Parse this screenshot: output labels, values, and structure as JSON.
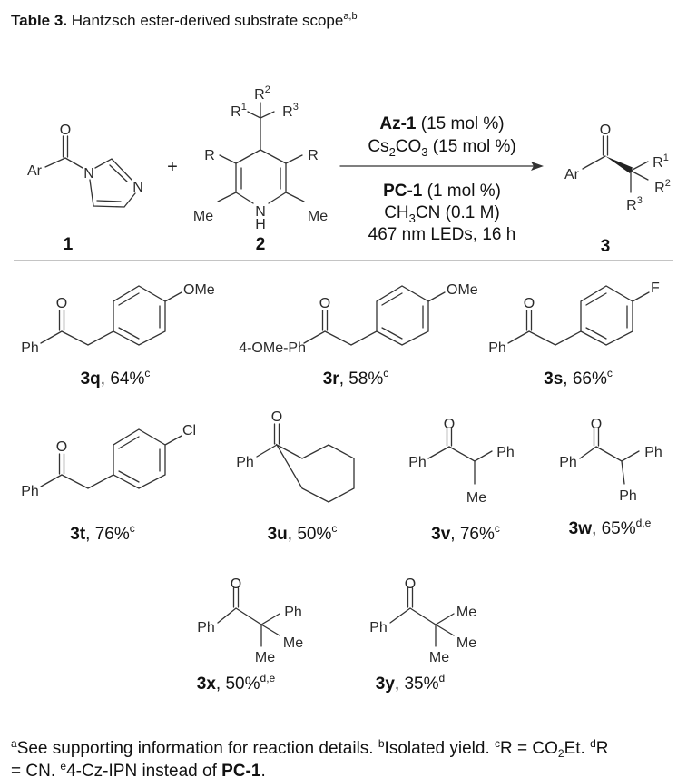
{
  "title": {
    "label": "Table 3.",
    "text": " Hantzsch ester-derived substrate scope",
    "sup": "a,b"
  },
  "scheme": {
    "reactant1": {
      "o": "O",
      "ar": "Ar",
      "n1": "N",
      "n3": "N",
      "label": "1"
    },
    "plus": "+",
    "reactant2": {
      "r": "R",
      "r1": "1",
      "r2": "2",
      "r3": "3",
      "r_left": "R",
      "r_right": "R",
      "nh_n": "N",
      "nh_h": "H",
      "me_left": "Me",
      "me_right": "Me",
      "label": "2"
    },
    "conditions": {
      "line1_bold": "Az-1",
      "line1_rest": " (15 mol %)",
      "line2_a": "Cs",
      "line2_sub1": "2",
      "line2_b": "CO",
      "line2_sub2": "3",
      "line2_rest": " (15 mol %)",
      "line3_bold": "PC-1",
      "line3_rest": " (1 mol %)",
      "line4_a": "CH",
      "line4_sub": "3",
      "line4_rest": "CN (0.1 M)",
      "line5": "467 nm LEDs, 16 h"
    },
    "product": {
      "o": "O",
      "ar": "Ar",
      "r": "R",
      "r1": "1",
      "r2": "2",
      "r3": "3",
      "label": "3"
    }
  },
  "entries": {
    "3q": {
      "id": "3q",
      "yield": ", 64%",
      "note": "c",
      "ph": "Ph",
      "o": "O",
      "sub": "OMe"
    },
    "3r": {
      "id": "3r",
      "yield": ", 58%",
      "note": "c",
      "ph": "4-OMe-Ph",
      "o": "O",
      "sub": "OMe"
    },
    "3s": {
      "id": "3s",
      "yield": ", 66%",
      "note": "c",
      "ph": "Ph",
      "o": "O",
      "sub": "F"
    },
    "3t": {
      "id": "3t",
      "yield": ", 76%",
      "note": "c",
      "ph": "Ph",
      "o": "O",
      "sub": "Cl"
    },
    "3u": {
      "id": "3u",
      "yield": ", 50%",
      "note": "c",
      "ph": "Ph",
      "o": "O"
    },
    "3v": {
      "id": "3v",
      "yield": ", 76%",
      "note": "c",
      "ph": "Ph",
      "o": "O",
      "sub1": "Ph",
      "sub2": "Me"
    },
    "3w": {
      "id": "3w",
      "yield": ", 65%",
      "note": "d,e",
      "ph": "Ph",
      "o": "O",
      "sub1": "Ph",
      "sub2": "Ph"
    },
    "3x": {
      "id": "3x",
      "yield": ", 50%",
      "note": "d,e",
      "ph": "Ph",
      "o": "O",
      "sub1": "Ph",
      "sub2": "Me",
      "sub3": "Me"
    },
    "3y": {
      "id": "3y",
      "yield": ", 35%",
      "note": "d",
      "ph": "Ph",
      "o": "O",
      "sub1": "Me",
      "sub2": "Me",
      "sub3": "Me"
    }
  },
  "footnotes": {
    "a": "a",
    "a_text": "See supporting information for reaction details. ",
    "b": "b",
    "b_text": "Isolated yield. ",
    "c": "c",
    "c_text": "R = CO",
    "c_sub": "2",
    "c_text2": "Et. ",
    "d": "d",
    "d_text1": "R",
    "d_text2": "= CN. ",
    "e": "e",
    "e_text": "4-Cz-IPN instead of ",
    "e_bold": "PC-1",
    "e_end": "."
  }
}
